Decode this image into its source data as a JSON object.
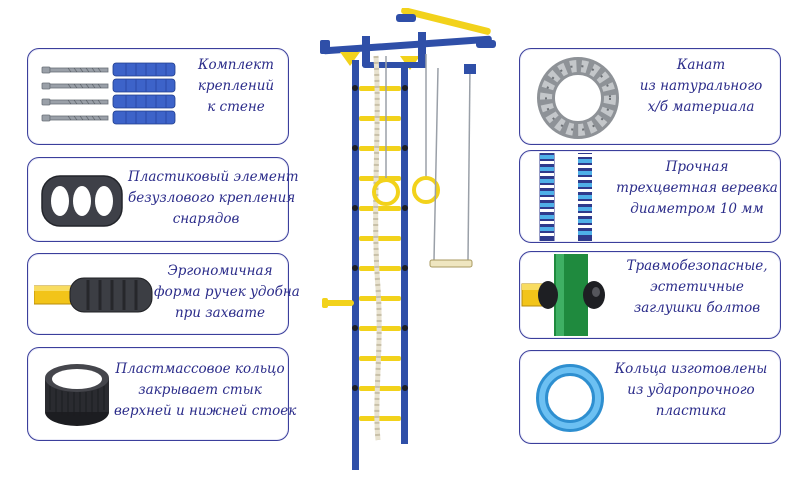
{
  "left_cards": [
    {
      "lines": [
        "Комплект",
        "креплений",
        "к стене"
      ],
      "icon": "wall-mounting-kit-icon"
    },
    {
      "lines": [
        "Пластиковый элемент",
        "безузлового крепления",
        "снарядов"
      ],
      "icon": "plastic-knotless-mount-icon"
    },
    {
      "lines": [
        "Эргономичная",
        "форма ручек удобна",
        "при захвате"
      ],
      "icon": "ergonomic-handle-icon"
    },
    {
      "lines": [
        "Пластмассовое кольцо",
        "закрывает стык",
        "верхней и нижней стоек"
      ],
      "icon": "plastic-joint-ring-icon"
    }
  ],
  "right_cards": [
    {
      "lines": [
        "Канат",
        "из натурального",
        "х/б материала"
      ],
      "icon": "cotton-rope-icon"
    },
    {
      "lines": [
        "Прочная",
        "трехцветная веревка",
        "диаметром 10 мм"
      ],
      "icon": "tricolor-cord-icon"
    },
    {
      "lines": [
        "Травмобезопасные,",
        "эстетичные",
        "заглушки болтов"
      ],
      "icon": "bolt-cap-icon"
    },
    {
      "lines": [
        "Кольца изготовлены",
        "из ударопрочного",
        "пластика"
      ],
      "icon": "plastic-ring-icon"
    }
  ],
  "colors": {
    "frame_blue": "#2f4fa8",
    "rung_yellow": "#f2d21b",
    "card_border": "#3b3f9c",
    "card_text": "#2b2c8a",
    "ring_light_blue": "#3fa6e0",
    "post_green": "#1f8a3e"
  }
}
